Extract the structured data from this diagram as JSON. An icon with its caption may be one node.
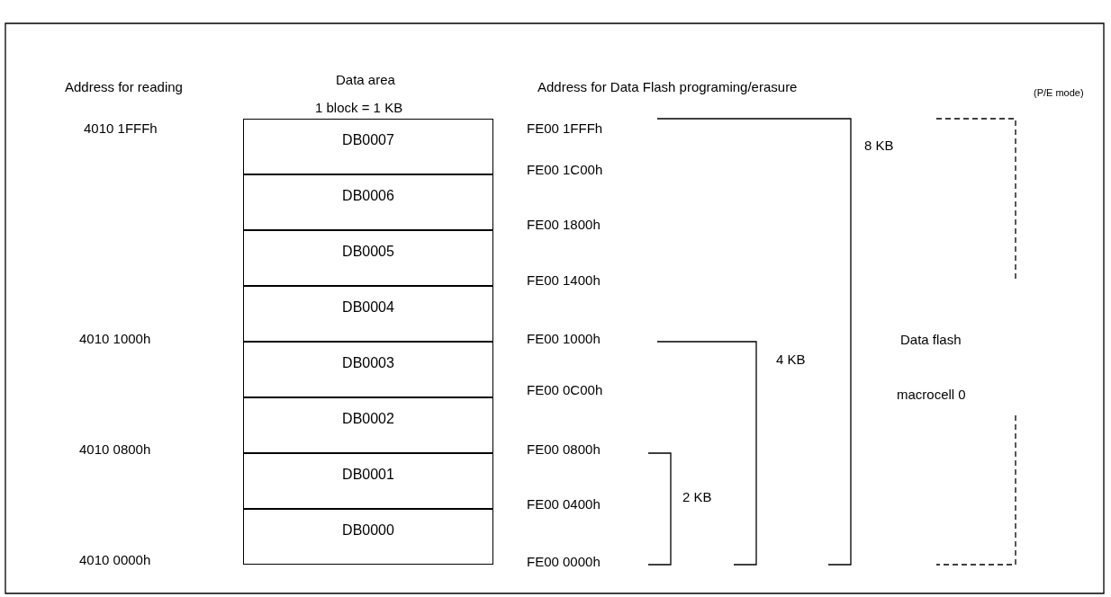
{
  "diagram": {
    "nodes": [
      {
        "text": [
          "DB0007"
        ]
      },
      {
        "text": [
          "DB0006"
        ]
      },
      {
        "text": [
          "DB0005"
        ]
      },
      {
        "text": [
          "DB0004"
        ]
      },
      {
        "text": [
          "DB0003"
        ]
      },
      {
        "text": [
          "DB0002"
        ]
      },
      {
        "text": [
          "DB0001"
        ]
      },
      {
        "text": [
          "DB0000"
        ]
      }
    ],
    "labels": [
      "Address for reading",
      "Data area",
      "Address for Data Flash programing/erasure",
      "1 block = 1 KB",
      "(P/E mode)",
      "4010 1FFFh",
      "FE00 1FFFh",
      "8 KB",
      "FE00 1C00h",
      "FE00 1800h",
      "FE00 1400h",
      "4010 1000h",
      "FE00 1000h",
      "Data flash",
      "4 KB",
      "macrocell 0",
      "FE00 0C00h",
      "4010 0800h",
      "FE00 0800h",
      "2 KB",
      "FE00 0400h",
      "4010 0000h",
      "FE00 0000h"
    ]
  }
}
